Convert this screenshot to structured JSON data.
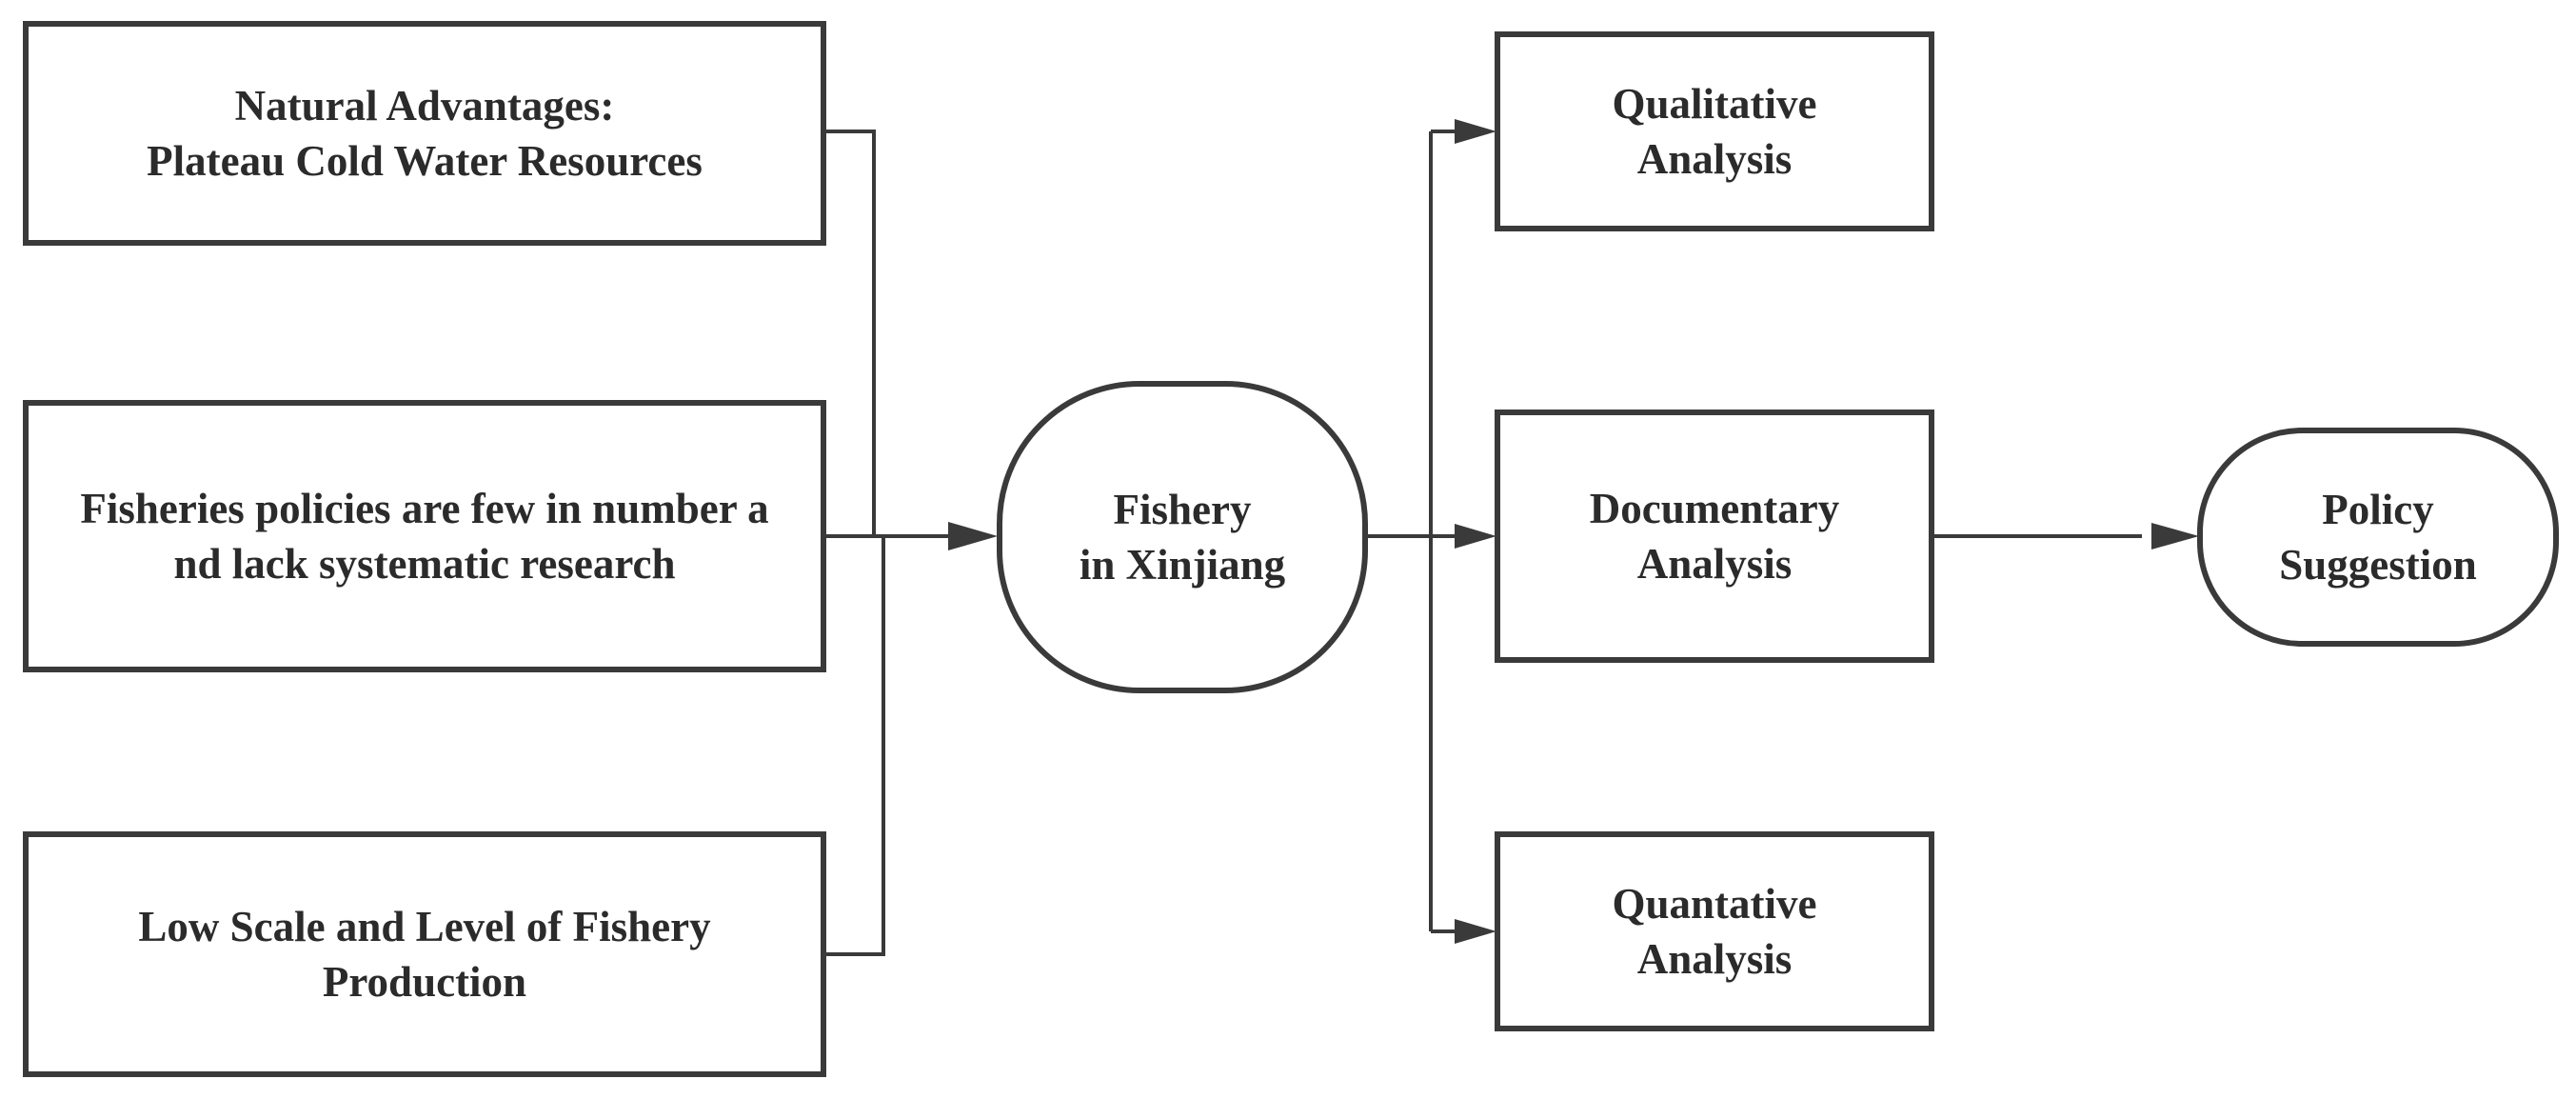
{
  "diagram": {
    "inputs": {
      "natural_advantages": {
        "line1": "Natural Advantages:",
        "line2": "Plateau Cold Water Resources"
      },
      "fisheries_policies": {
        "line1": "Fisheries policies are few in number a",
        "line2": "nd lack systematic research"
      },
      "low_scale": {
        "line1": "Low Scale and Level of Fishery",
        "line2": "Production"
      }
    },
    "center": {
      "line1": "Fishery",
      "line2": "in Xinjiang"
    },
    "methods": {
      "qualitative": {
        "line1": "Qualitative",
        "line2": "Analysis"
      },
      "documentary": {
        "line1": "Documentary",
        "line2": "Analysis"
      },
      "quantative": {
        "line1": "Quantative",
        "line2": "Analysis"
      }
    },
    "output": {
      "line1": "Policy",
      "line2": "Suggestion"
    }
  }
}
